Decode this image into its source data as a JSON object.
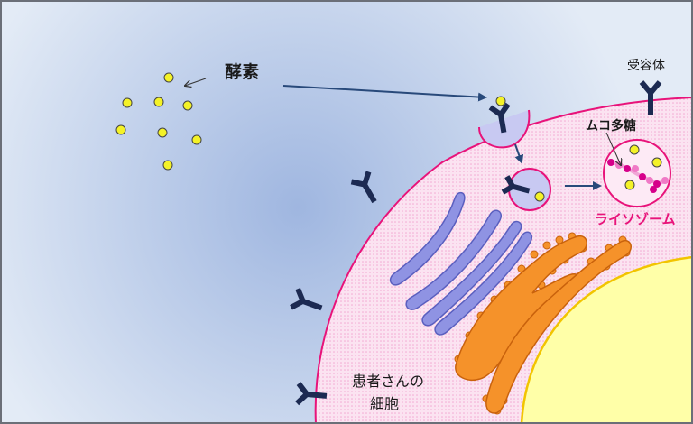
{
  "labels": {
    "enzyme": "酵素",
    "receptor": "受容体",
    "mucopolysaccharide": "ムコ多糖",
    "lysosome": "ライソゾーム",
    "patient_cell_line1": "患者さんの",
    "patient_cell_line2": "細胞"
  },
  "colors": {
    "background_light": "#e3ebf6",
    "background_mid": "#9fb6e0",
    "cell_membrane": "#e8137a",
    "cytoplasm": "#fbdcef",
    "nucleus": "#ffffa8",
    "nucleus_edge": "#f2c400",
    "golgi": "#8f93e3",
    "golgi_edge": "#5a5fbf",
    "er": "#f5922a",
    "er_edge": "#c9620c",
    "receptor": "#1c2a52",
    "enzyme": "#f4f227",
    "arrow": "#28497a",
    "lysosome_label": "#e8137a",
    "mucopolysaccharide": "#d6008a"
  }
}
